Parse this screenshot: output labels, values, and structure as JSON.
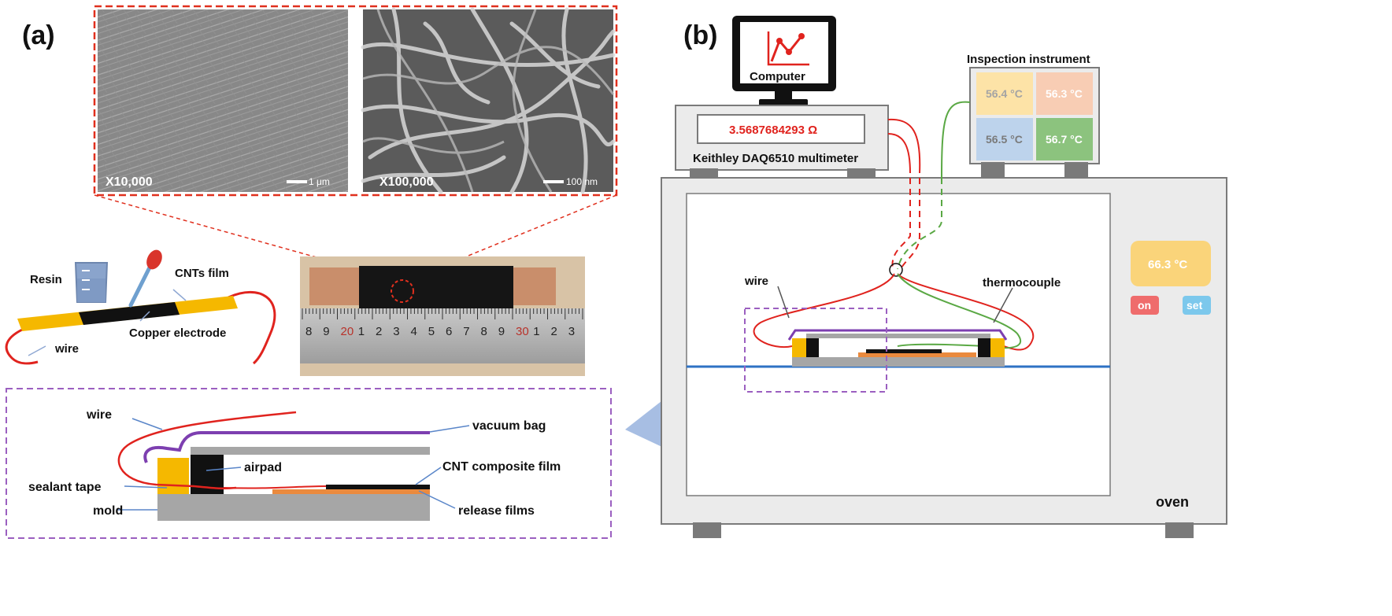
{
  "panel_a": {
    "letter": "(a)",
    "sem_left": {
      "magnification": "X10,000",
      "scale_bar": "1 μm"
    },
    "sem_right": {
      "magnification": "X100,000",
      "scale_bar": "100 nm"
    },
    "labels": {
      "resin": "Resin",
      "cnts_film": "CNTs film",
      "copper_electrode": "Copper electrode",
      "wire": "wire"
    },
    "ruler_numbers": [
      "8",
      "9",
      "20",
      "1",
      "2",
      "3",
      "4",
      "5",
      "6",
      "7",
      "8",
      "9",
      "30",
      "1",
      "2",
      "3"
    ]
  },
  "detail": {
    "wire": "wire",
    "vacuum_bag": "vacuum bag",
    "airpad": "airpad",
    "cnt_composite_film": "CNT composite film",
    "sealant_tape": "sealant tape",
    "release_films": "release films",
    "mold": "mold"
  },
  "panel_b": {
    "letter": "(b)",
    "computer": "Computer",
    "multimeter_reading": "3.5687684293 Ω",
    "multimeter_name": "Keithley DAQ6510 multimeter",
    "inspection_title": "Inspection instrument",
    "temperatures": [
      {
        "value": "56.4 °C",
        "color": "#fde3a7"
      },
      {
        "value": "56.3 °C",
        "color": "#f8cdb4"
      },
      {
        "value": "56.5 °C",
        "color": "#bdd3ec"
      },
      {
        "value": "56.7 °C",
        "color": "#8cc37e"
      }
    ],
    "oven_temp": "66.3 °C",
    "on_button": "on",
    "set_button": "set",
    "oven": "oven",
    "wire": "wire",
    "thermocouple": "thermocouple"
  }
}
